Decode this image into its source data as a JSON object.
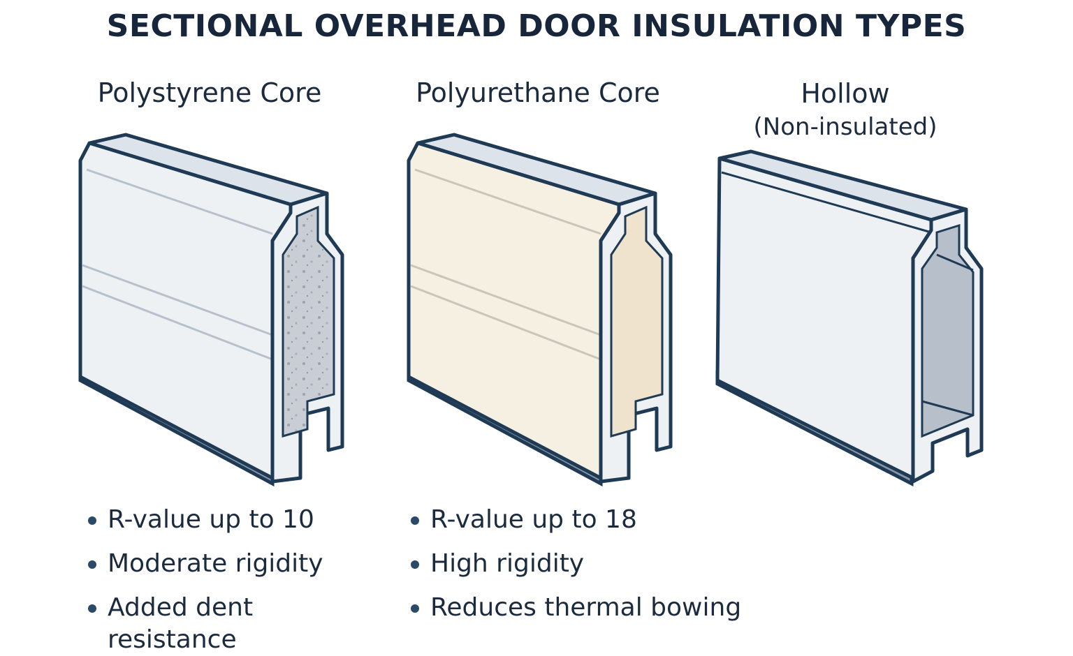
{
  "title": "SECTIONAL OVERHEAD DOOR INSULATION TYPES",
  "colors": {
    "outline": "#1f3a55",
    "face": "#eef1f4",
    "top_face": "#dde3ea",
    "polystyrene_core": "#c9ced4",
    "polyurethane_face": "#f5f0e2",
    "polyurethane_core": "#efe3cd",
    "hollow_interior": "#b7c0ca",
    "bottom_strip": "#8a97a6"
  },
  "panels": [
    {
      "name": "Polystyrene Core",
      "subtitle": "",
      "core": "speckled foam",
      "features": [
        "R-value up to 10",
        "Moderate rigidity",
        "Added dent resistance"
      ]
    },
    {
      "name": "Polyurethane Core",
      "subtitle": "",
      "core": "solid foam",
      "features": [
        "R-value up to 18",
        "High rigidity",
        "Reduces thermal bowing"
      ]
    },
    {
      "name": "Hollow",
      "subtitle": "(Non-insulated)",
      "core": "empty",
      "features": []
    }
  ]
}
